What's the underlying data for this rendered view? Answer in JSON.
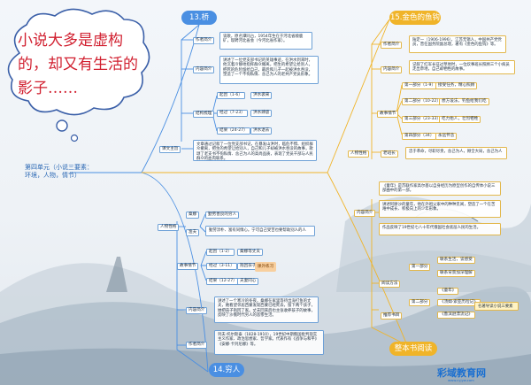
{
  "center": "第四单元（小说三要素：环境，人物，情节）",
  "cloud_text": "小说大多是虚构的，却又有生活的影子……",
  "lessons": {
    "l13": {
      "title": "13.桥",
      "author_label": "作者简介",
      "author_text": "谈歌，原名谭同占，1954年生在于河北省顺鹿矿，现聘河北省会（今河北省作家）。",
      "content_label": "内容简介",
      "content_text": "讲述了一位党支部书记的英雄事迹，在洪水到来时，他沉着冷静地指挥群众撤离，把生的希望让给别人，把死的危险留给自己，最后和儿子一起被洪水吞没，塑造了一个不徇私情、舍己为人的老共产党员形象。",
      "struct_label": "结构梳理",
      "struct": [
        {
          "part": "起因（1-6）",
          "desc": "洪水袭来"
        },
        {
          "part": "经过（7-23）",
          "desc": "洪水肆虐"
        },
        {
          "part": "结果（24-27）",
          "desc": "洪水退去"
        }
      ],
      "theme_label": "课文主旨",
      "theme_text": "文章通过记叙了一位党支部书记，在暴发山洪时，临危不惧、组织群众撤离，把生的希望让给别人，自己和儿子却被洪水吞没的故事，歌颂了老支书不徇私情、舍己为人的高尚品质，表现了党员干部与人民群众的血肉联系。"
    },
    "l15": {
      "title": "15.金色的鱼钩",
      "author_label": "作者简介",
      "author_text": "陆定一（1906-1996），江苏无锡人，中国共产党党员，曾任国务院副总理，著有《金色的鱼钩》等。",
      "content_label": "内容简介",
      "content_text": "记叙了红军长征过草地时，一位炊事班长照顾三个小病员走出草地，自己却牺牲的故事。",
      "struct_label": "故事情节",
      "struct": [
        {
          "part": "第一部分（1-9）",
          "desc": "接受任务，精心照顾"
        },
        {
          "part": "第二部分（10-22）",
          "desc": "想方设法，钓鱼给我们吃"
        },
        {
          "part": "第三部分（23-33）",
          "desc": "吃力抬人，壮烈牺牲"
        },
        {
          "part": "第四部分（34）",
          "desc": "永远怀念"
        }
      ],
      "figure_label": "人物性格",
      "figure_sub": "老班长",
      "figure_text": "忠于革命，尽职尽责，舍己为人，顾全大局，舍己为人"
    },
    "l14": {
      "title": "14.穷人",
      "figure_label": "人物性格",
      "figure_sub1": "桑娜",
      "figure_sub1_text": "勤劳善良的穷人",
      "figure_sub2": "渔夫",
      "figure_sub2_text": "勤劳淳朴、富有同情心。宁可自己受苦也要帮助别人的人",
      "struct_label": "故事情节",
      "struct": [
        {
          "part": "起因（1-2）",
          "desc": "桑娜等丈夫"
        },
        {
          "part": "经过（3-11）",
          "desc": "抱回孩子"
        },
        {
          "part": "结果（12-27）",
          "desc": "夫妻同心"
        }
      ],
      "tag": "课外练习",
      "content_label": "内容简介",
      "content_text": "讲述了一个寒冷的冬夜，桑娜在家里等待出海打鱼的丈夫，她看望邻居西蒙发现西蒙已经死去，留下两个孩子，她把孩子抱回了家。丈夫回来后也主张收养孩子的故事，反映了沙俄时代穷人的悲惨生活。",
      "author_label": "作者简介",
      "author_text": "列夫·托尔斯泰（1828-1910），19世纪中期俄国批判现实主义作家、政治思想家、哲学家。代表作有《战争与和平》《安娜·卡列尼娜》等。"
    },
    "reading": {
      "title": "整本书阅读",
      "guide_label": "内容简介",
      "guide_text1": "《童年》是苏联作家高尔基以自身经历为原型创作的自传体小说三部曲中的第一部。",
      "guide_text2": "讲述阿廖沙的童年，他在外祖父家中的种种见闻，塑造了一个在苦难中成长、积极向上的少年形象。",
      "guide_text3": "作品反映了19世纪七八十年代俄国社会底层人民的生活。",
      "method_label": "阅读方法",
      "methods": [
        "第一部分",
        "第二部分"
      ],
      "method_items": [
        "联系生活，谈感受",
        "联系背景加深理解",
        "《童年》",
        "《汤姆·索亚历险记》",
        "《鲁滨逊漂流记》"
      ],
      "books_label": "推荐书目",
      "highlight": "名著导读小说三要素"
    }
  },
  "footer": {
    "logo": "彩域教育网",
    "url": "www.cyjyw.com"
  },
  "colors": {
    "blue": "#4a8fe2",
    "gold": "#f0b429",
    "red": "#d11f2f"
  }
}
